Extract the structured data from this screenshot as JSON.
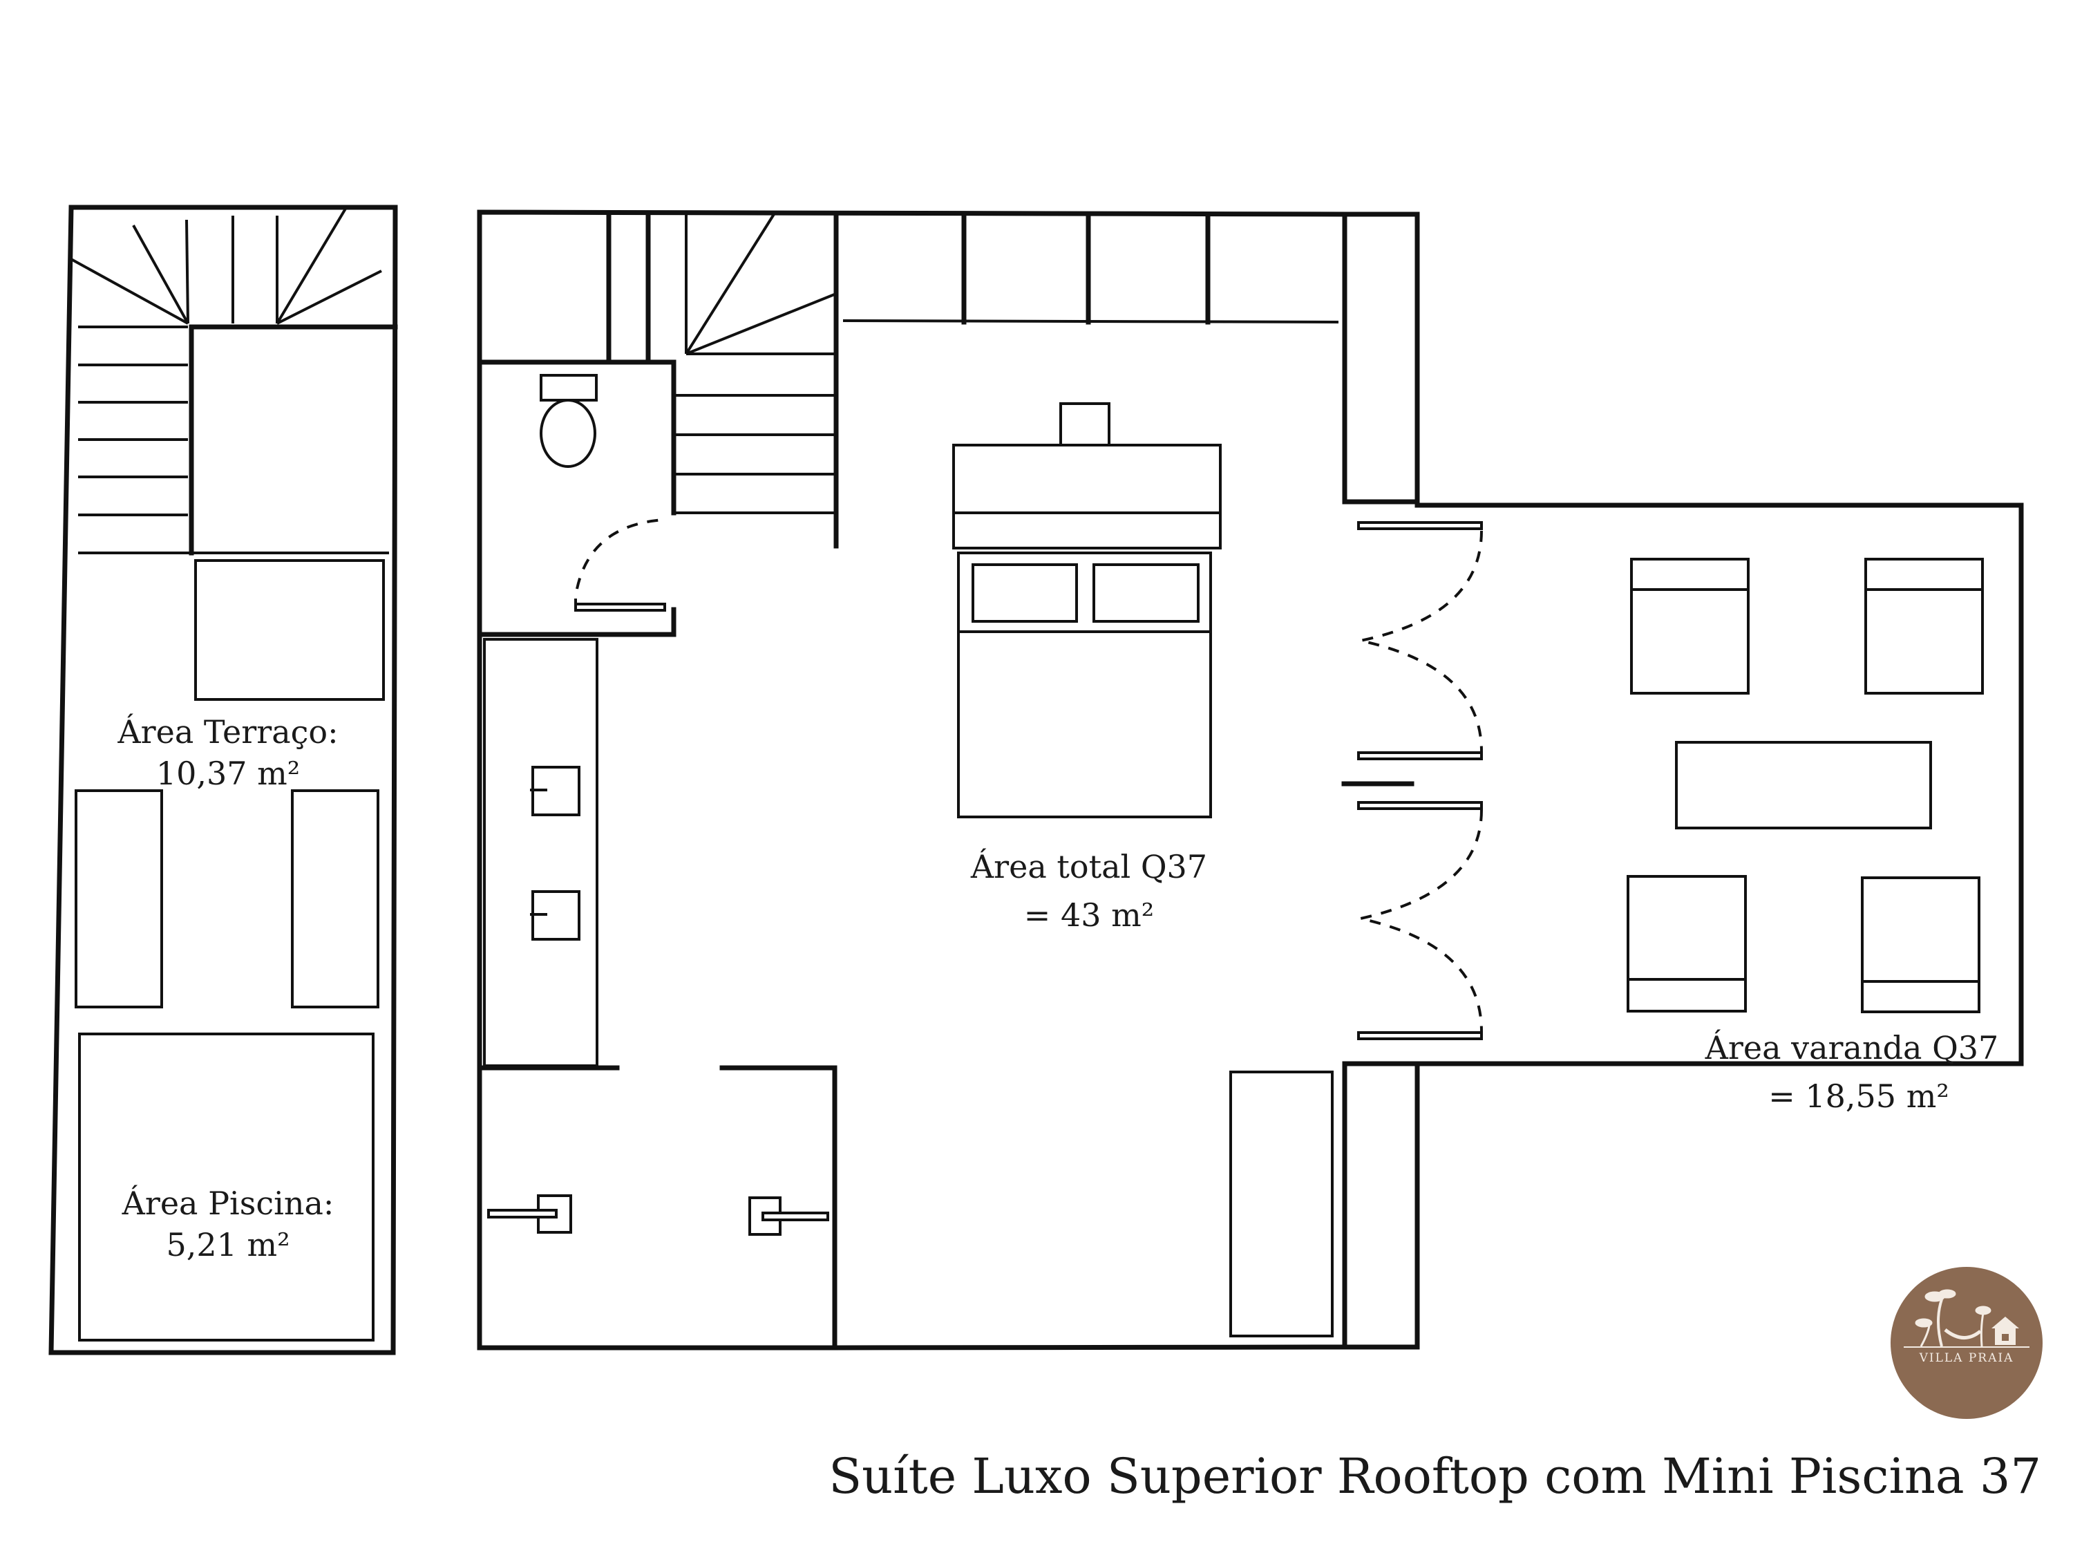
{
  "title": "Suíte Luxo Superior Rooftop com Mini Piscina 37",
  "brand": {
    "name": "VILLA PRAIA",
    "color": "#8b6a52",
    "foreground": "#f3ebe3",
    "icons": [
      "palm-tree-icon",
      "hammock-icon",
      "house-icon"
    ]
  },
  "areas": {
    "terraco": {
      "label": "Área Terraço:",
      "value": "10,37 m²"
    },
    "piscina": {
      "label": "Área Piscina:",
      "value": "5,21 m²"
    },
    "total": {
      "label": "Área total Q37",
      "value": "= 43 m²"
    },
    "varanda": {
      "label": "Área varanda Q37",
      "value": "= 18,55 m²"
    }
  },
  "colors": {
    "line": "#111111",
    "background": "#ffffff"
  }
}
